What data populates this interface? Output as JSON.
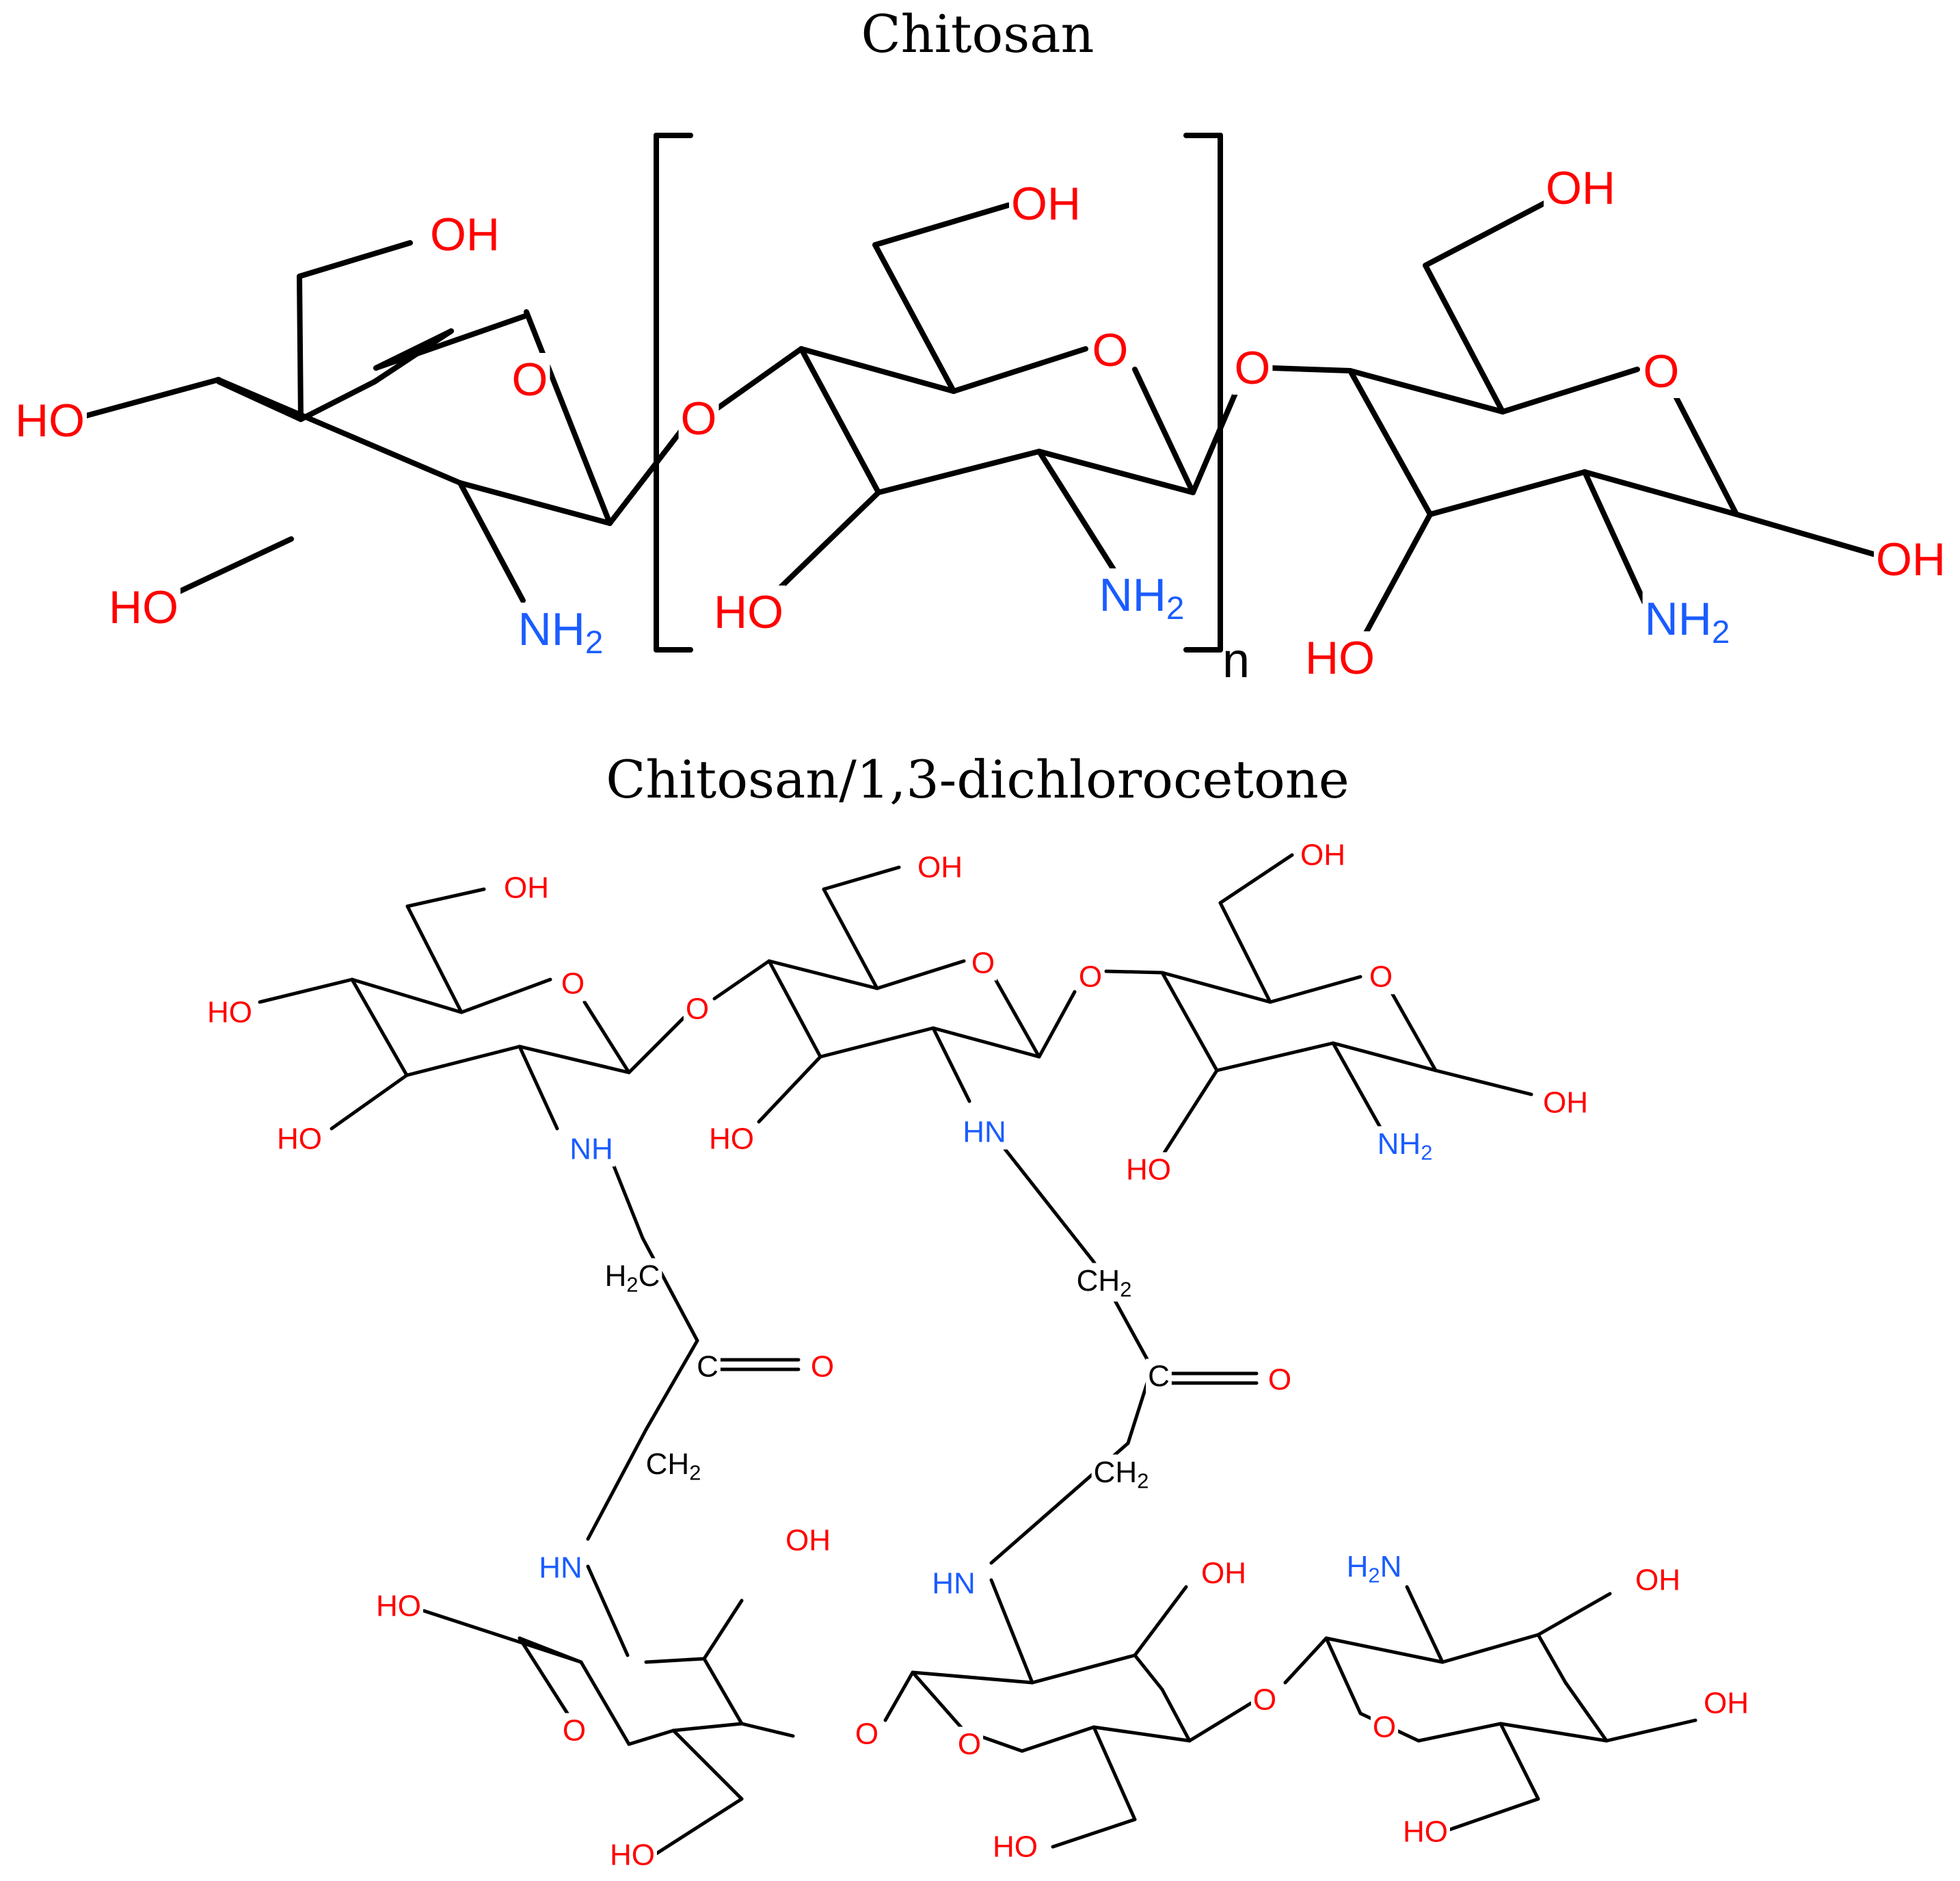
{
  "titles": {
    "top": "Chitosan",
    "bottom": "Chitosan/1,3-dichlorocetone"
  },
  "colors": {
    "bond": "#000000",
    "oxygen": "#ff0000",
    "nitrogen": "#1a5cff",
    "carbon": "#000000"
  },
  "top": {
    "repeat_label": "n",
    "labels": [
      {
        "id": "t-oh-ch2-1",
        "text": "OH",
        "el": "O"
      },
      {
        "id": "t-oh-left-1",
        "text": "HO",
        "el": "O"
      },
      {
        "id": "t-ring-o-1",
        "text": "O",
        "el": "O"
      },
      {
        "id": "t-oh-low-1",
        "text": "HO",
        "el": "O"
      },
      {
        "id": "t-nh2-1",
        "text": "NH2",
        "el": "N"
      },
      {
        "id": "t-o-link-1",
        "text": "O",
        "el": "O"
      },
      {
        "id": "t-oh-ch2-2",
        "text": "OH",
        "el": "O"
      },
      {
        "id": "t-ring-o-2",
        "text": "O",
        "el": "O"
      },
      {
        "id": "t-oh-low-2",
        "text": "HO",
        "el": "O"
      },
      {
        "id": "t-nh2-2",
        "text": "NH2",
        "el": "N"
      },
      {
        "id": "t-o-link-2",
        "text": "O",
        "el": "O"
      },
      {
        "id": "t-oh-ch2-3",
        "text": "OH",
        "el": "O"
      },
      {
        "id": "t-ring-o-3",
        "text": "O",
        "el": "O"
      },
      {
        "id": "t-oh-right-3",
        "text": "OH",
        "el": "O"
      },
      {
        "id": "t-oh-low-3",
        "text": "HO",
        "el": "O"
      },
      {
        "id": "t-nh2-3",
        "text": "NH2",
        "el": "N"
      }
    ]
  },
  "bottom": {
    "labels": [
      {
        "id": "b1-oh-ch2",
        "text": "OH",
        "el": "O"
      },
      {
        "id": "b1-oh-left",
        "text": "HO",
        "el": "O"
      },
      {
        "id": "b1-ring-o",
        "text": "O",
        "el": "O"
      },
      {
        "id": "b1-oh-low",
        "text": "HO",
        "el": "O"
      },
      {
        "id": "b1-nh",
        "text": "NH",
        "el": "N"
      },
      {
        "id": "b-o-link-12",
        "text": "O",
        "el": "O"
      },
      {
        "id": "b2-oh-ch2",
        "text": "OH",
        "el": "O"
      },
      {
        "id": "b2-ring-o",
        "text": "O",
        "el": "O"
      },
      {
        "id": "b2-oh-low",
        "text": "HO",
        "el": "O"
      },
      {
        "id": "b2-hn",
        "text": "HN",
        "el": "N"
      },
      {
        "id": "b-o-link-23",
        "text": "O",
        "el": "O"
      },
      {
        "id": "b3-oh-ch2",
        "text": "OH",
        "el": "O"
      },
      {
        "id": "b3-ring-o",
        "text": "O",
        "el": "O"
      },
      {
        "id": "b3-oh-right",
        "text": "OH",
        "el": "O"
      },
      {
        "id": "b3-oh-low",
        "text": "HO",
        "el": "O"
      },
      {
        "id": "b3-nh2",
        "text": "NH2",
        "el": "N"
      },
      {
        "id": "l1-h2c",
        "text": "H2C",
        "el": "C"
      },
      {
        "id": "l1-c",
        "text": "C",
        "el": "C"
      },
      {
        "id": "l1-o",
        "text": "O",
        "el": "O"
      },
      {
        "id": "l1-ch2",
        "text": "CH2",
        "el": "C"
      },
      {
        "id": "l2-ch2-top",
        "text": "CH2",
        "el": "C"
      },
      {
        "id": "l2-c",
        "text": "C",
        "el": "C"
      },
      {
        "id": "l2-o",
        "text": "O",
        "el": "O"
      },
      {
        "id": "l2-ch2-bot",
        "text": "CH2",
        "el": "C"
      },
      {
        "id": "b4-hn",
        "text": "HN",
        "el": "N"
      },
      {
        "id": "b4-oh-top",
        "text": "OH",
        "el": "O"
      },
      {
        "id": "b4-oh-left",
        "text": "HO",
        "el": "O"
      },
      {
        "id": "b4-ring-o",
        "text": "O",
        "el": "O"
      },
      {
        "id": "b4-oh-ch2",
        "text": "HO",
        "el": "O"
      },
      {
        "id": "b-o-link-45",
        "text": "O",
        "el": "O"
      },
      {
        "id": "b5-hn",
        "text": "HN",
        "el": "N"
      },
      {
        "id": "b5-oh-top",
        "text": "OH",
        "el": "O"
      },
      {
        "id": "b5-ring-o",
        "text": "O",
        "el": "O"
      },
      {
        "id": "b5-oh-ch2",
        "text": "HO",
        "el": "O"
      },
      {
        "id": "b-o-link-56",
        "text": "O",
        "el": "O"
      },
      {
        "id": "b6-h2n",
        "text": "H2N",
        "el": "N"
      },
      {
        "id": "b6-oh-top",
        "text": "OH",
        "el": "O"
      },
      {
        "id": "b6-oh-right",
        "text": "OH",
        "el": "O"
      },
      {
        "id": "b6-ring-o",
        "text": "O",
        "el": "O"
      },
      {
        "id": "b6-oh-ch2",
        "text": "HO",
        "el": "O"
      }
    ]
  }
}
